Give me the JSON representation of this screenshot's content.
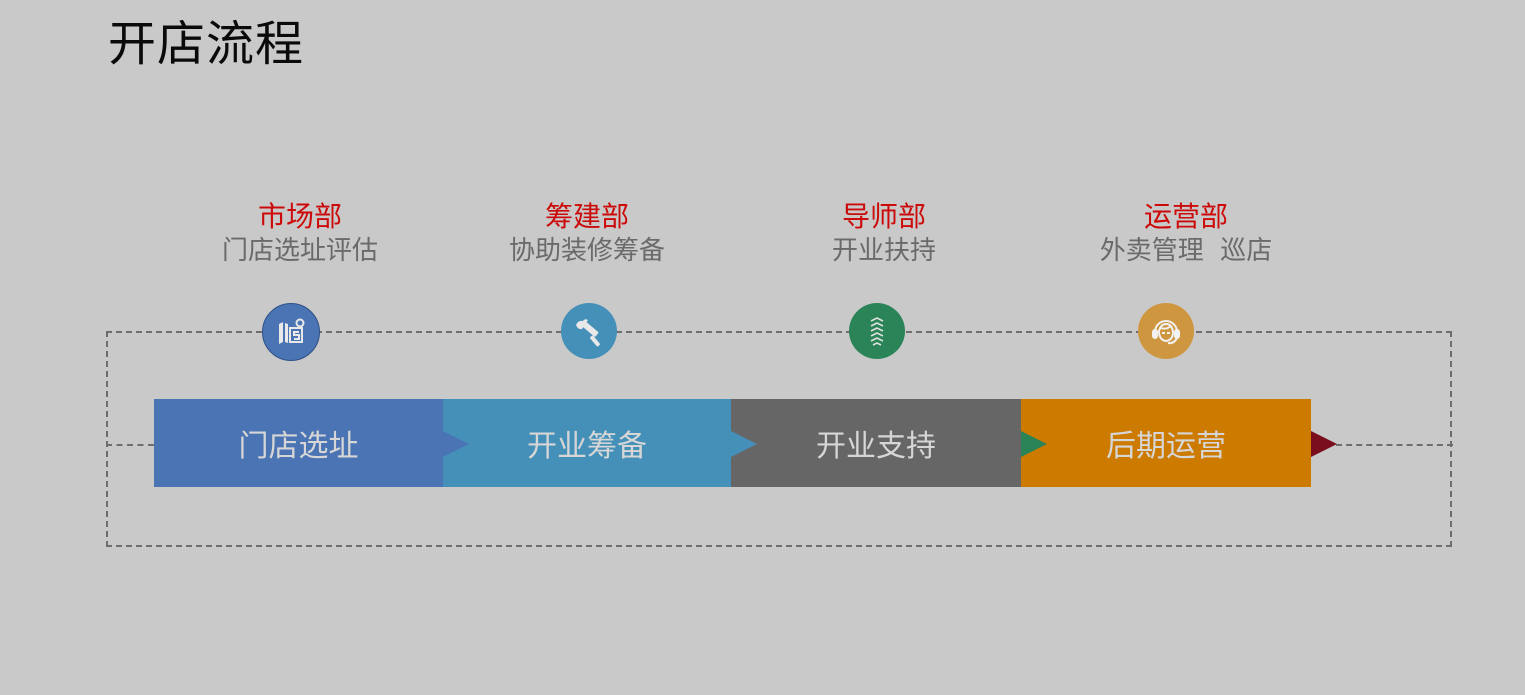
{
  "title": "开店流程",
  "departments": [
    {
      "name": "市场部",
      "desc": "门店选址评估",
      "icon": "map-location-icon",
      "color": "#4a74b4"
    },
    {
      "name": "筹建部",
      "desc": "协助装修筹备",
      "icon": "paint-roller-icon",
      "color": "#4590b8"
    },
    {
      "name": "导师部",
      "desc": "开业扶持",
      "icon": "growth-chevrons-icon",
      "color": "#2a8458"
    },
    {
      "name": "运营部",
      "desc": "外卖管理  巡店",
      "icon": "customer-service-headset-icon",
      "color": "#cf9640"
    }
  ],
  "steps": [
    {
      "label": "门店选址",
      "color": "#4a74b4"
    },
    {
      "label": "开业筹备",
      "color": "#4590b8"
    },
    {
      "label": "开业支持",
      "color": "#666666"
    },
    {
      "label": "后期运营",
      "color": "#cc7a00"
    }
  ],
  "arrows": {
    "colors": [
      "#4a74b4",
      "#4590b8",
      "#2a8458",
      "#7a0e1e"
    ]
  },
  "colors": {
    "background": "#c9c9c9",
    "dept_name": "#cc0a0a",
    "dept_desc": "#6a6a6a",
    "dashed_line": "#6e6e6e"
  }
}
